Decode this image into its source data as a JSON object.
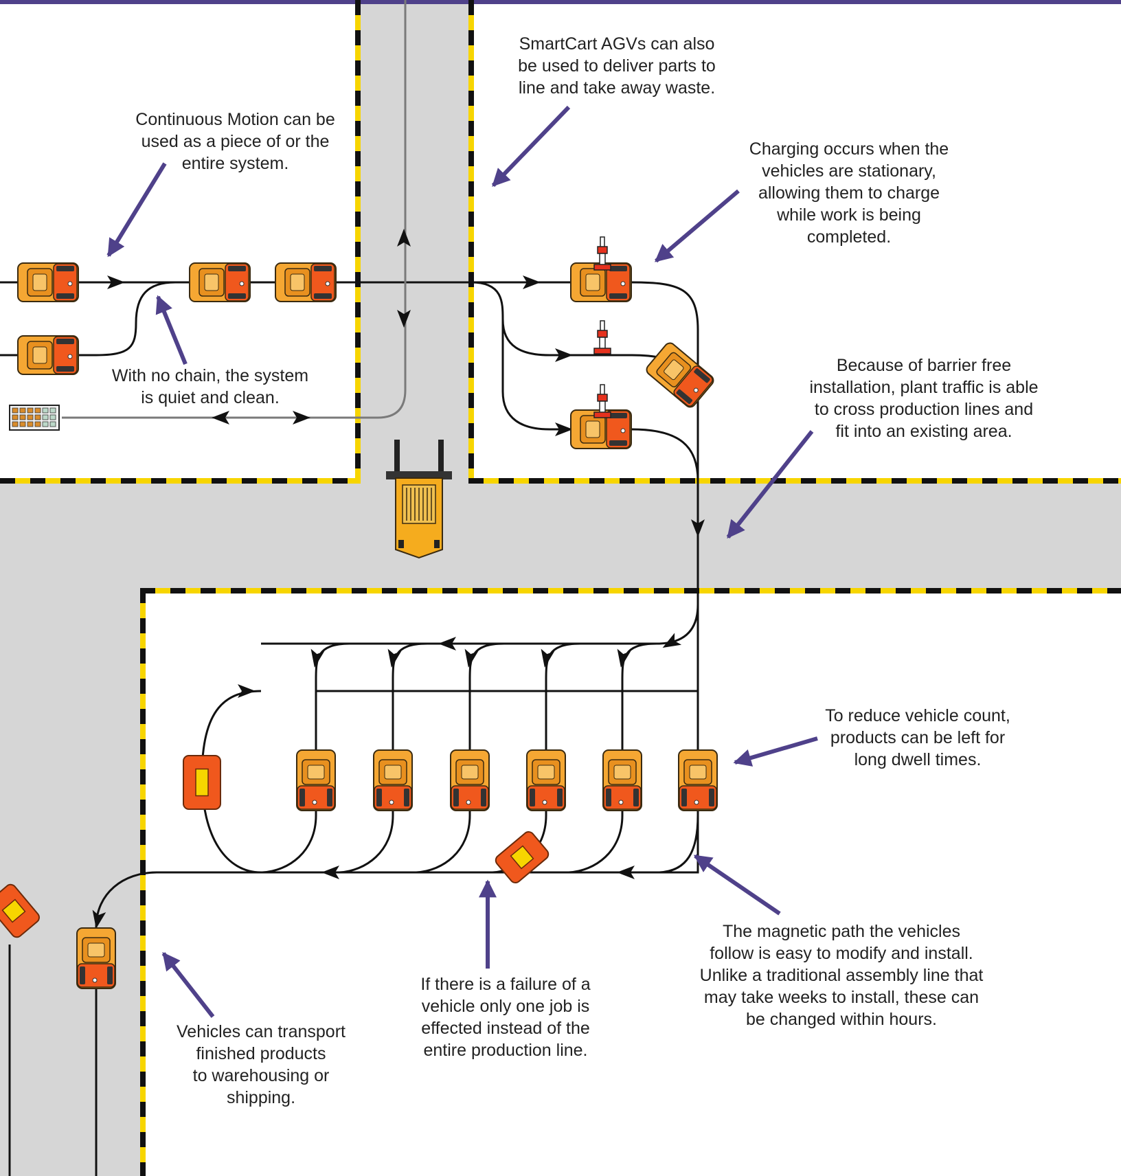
{
  "colors": {
    "topbar": "#4f418a",
    "aisle": "#d6d6d6",
    "hazard_black": "#111111",
    "hazard_yellow": "#f7d500",
    "arrow": "#4f418a",
    "path": "#111111",
    "wire": "#7a7a7a",
    "agv_body": "#f5a733",
    "agv_accent": "#f0581d",
    "forklift": "#f5ac1e",
    "station": "#f0581d",
    "station_window": "#f7d500"
  },
  "icons": {
    "vehicle": "agv-icon",
    "charger": "charger-icon",
    "forklift": "forklift-icon",
    "parts_rack": "parts-rack-icon",
    "failed_vehicle": "failed-vehicle-icon",
    "work_station": "station-icon"
  },
  "annotations": {
    "continuous_motion": "Continuous Motion can be\nused as a piece of or the\nentire system.",
    "smartcart": "SmartCart AGVs can also\nbe used to deliver parts to\nline and take away waste.",
    "charging": "Charging occurs when the\nvehicles are stationary,\nallowing them to charge\nwhile work is being\ncompleted.",
    "no_chain": "With no chain, the system\nis quiet and clean.",
    "barrier_free": "Because of barrier free\ninstallation, plant traffic is able\nto cross production lines and\nfit into an existing area.",
    "vehicle_count": "To reduce vehicle count,\nproducts can be left for\nlong dwell times.",
    "magnetic_path": "The magnetic path the vehicles\nfollow is easy to modify and install.\nUnlike a traditional assembly line that\nmay take weeks to install, these can\nbe changed within hours.",
    "failure": "If there is a failure of a\nvehicle only one job is\neffected instead of the\nentire production line.",
    "transport": "Vehicles can transport\nfinished products\nto warehousing or\nshipping."
  }
}
